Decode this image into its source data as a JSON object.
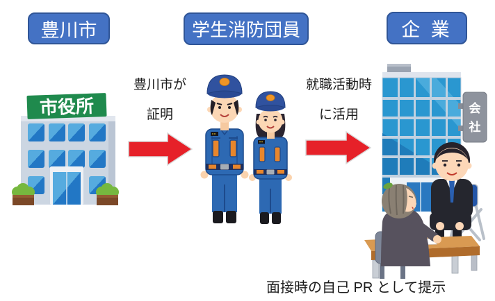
{
  "labels": {
    "city": "豊川市",
    "students": "学生消防団員",
    "company": "企 業"
  },
  "flow": {
    "step1": {
      "line1": "豊川市が",
      "line2": "証明"
    },
    "step2": {
      "line1": "就職活動時",
      "line2": "に活用"
    }
  },
  "caption": "面接時の自己 PR として提示",
  "illustrations": {
    "city_hall_sign": "市役所",
    "company_sign_top": "会",
    "company_sign_bottom": "社"
  },
  "colors": {
    "label_fill": "#4472c4",
    "label_border": "#2f5597",
    "label_text": "#ffffff",
    "arrow_red": "#e62129",
    "city_sign_green": "#1f8a4d",
    "building_wall_gray": "#ccd6e2",
    "window_blue": "#2b86cf",
    "uniform_blue": "#2d69b3",
    "glass_tower_blue": "#2a97d0",
    "desk_brown": "#b06c2b",
    "text_black": "#1b1b1b"
  }
}
